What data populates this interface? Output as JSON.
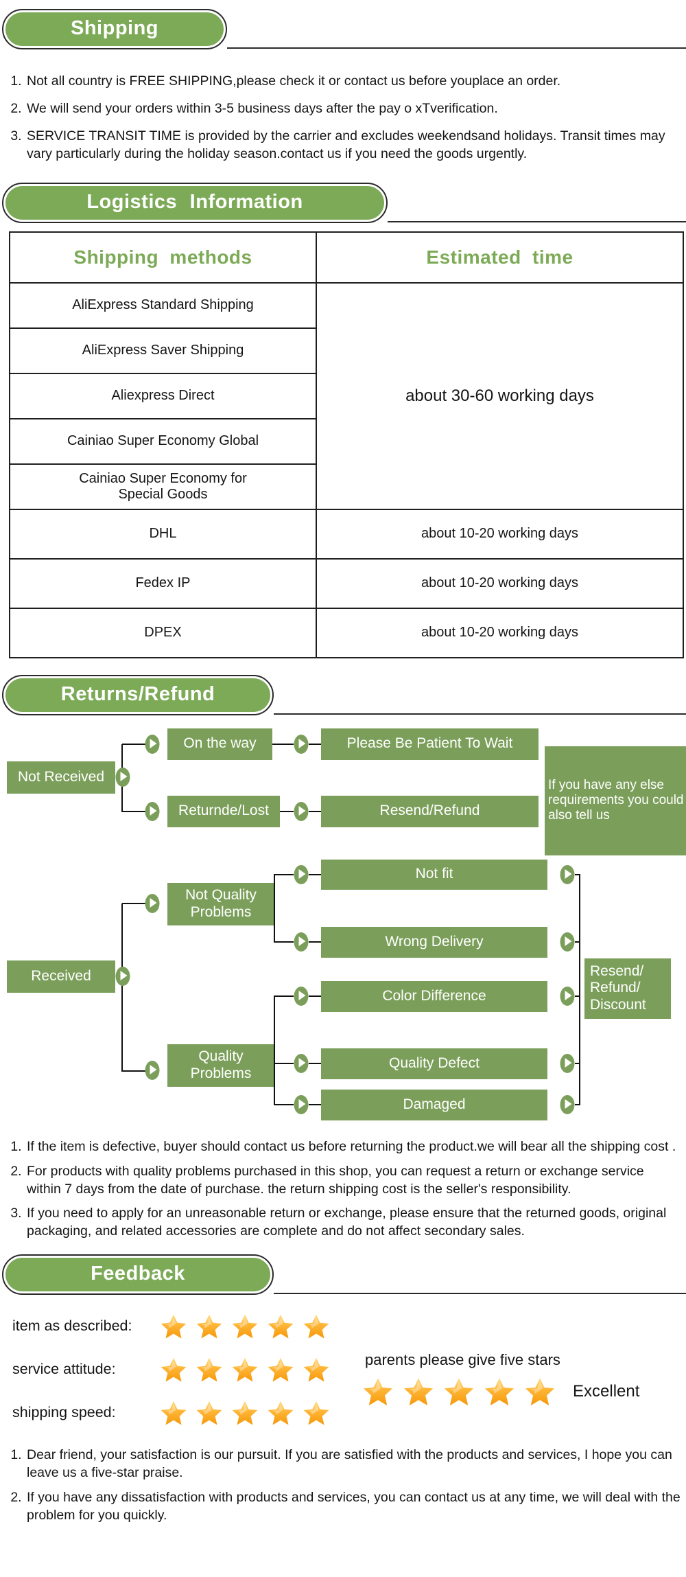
{
  "colors": {
    "pill_green": "#7caa56",
    "flow_green": "#7b9f5a",
    "header_text_green": "#7caa56",
    "star_orange": "#f5980a",
    "line_black": "#1f1f1f"
  },
  "shipping": {
    "title": "Shipping",
    "notes": [
      "Not all country is FREE SHIPPING,please check it or contact us before youplace an order.",
      "We will send your orders within 3-5 business days after the pay o xTverification.",
      "SERVICE TRANSIT TIME is provided by the carrier and excludes weekendsand holidays. Transit times may vary particularly during the holiday season.contact us if you need the goods urgently."
    ]
  },
  "logistics": {
    "title": "Logistics Information",
    "table": {
      "headers": {
        "method": "Shipping methods",
        "time": "Estimated time"
      },
      "group_rows": [
        "AliExpress Standard Shipping",
        "AliExpress Saver Shipping",
        "Aliexpress Direct",
        "Cainiao Super Economy Global",
        "Cainiao Super Economy for Special Goods"
      ],
      "group_time": "about 30-60 working days",
      "single_rows": [
        {
          "method": "DHL",
          "time": "about 10-20 working days"
        },
        {
          "method": "Fedex IP",
          "time": "about 10-20 working days"
        },
        {
          "method": "DPEX",
          "time": "about 10-20 working days"
        }
      ]
    }
  },
  "returns": {
    "title": "Returns/Refund",
    "flowchart": {
      "not_received": "Not Received",
      "on_the_way": "On the way",
      "please_wait": "Please Be Patient To Wait",
      "returned_lost": "Returnde/Lost",
      "resend_refund": "Resend/Refund",
      "else_requirements": "If you have any else requirements you could also tell us",
      "received": "Received",
      "not_quality": "Not Quality Problems",
      "not_fit": "Not fit",
      "wrong_delivery": "Wrong Delivery",
      "color_difference": "Color Difference",
      "quality_problems": "Quality Problems",
      "quality_defect": "Quality Defect",
      "damaged": "Damaged",
      "resend_refund_discount": "Resend/ Refund/ Discount"
    },
    "notes": [
      "If the item is defective, buyer should contact us before returning the product.we will bear all the shipping cost .",
      "For products with quality problems purchased in this shop, you can request a return or exchange service within 7 days from the date of purchase. the return shipping cost is the seller's responsibility.",
      "If you need to apply for an unreasonable return or exchange, please ensure that the returned goods, original packaging, and related accessories are complete and do not affect secondary sales."
    ]
  },
  "feedback": {
    "title": "Feedback",
    "rating_rows": [
      {
        "label": "item as described:",
        "stars": 5
      },
      {
        "label": "service attitude:",
        "stars": 5
      },
      {
        "label": "shipping speed:",
        "stars": 5
      }
    ],
    "promo": {
      "line": "parents please give five stars",
      "stars": 5,
      "caption": "Excellent"
    },
    "notes": [
      "Dear friend, your satisfaction is our pursuit. If you are satisfied with the products and services, I hope you can leave us a five-star praise.",
      "If you have any dissatisfaction with products and services, you can contact us at any time, we will deal with the problem for you quickly."
    ]
  }
}
